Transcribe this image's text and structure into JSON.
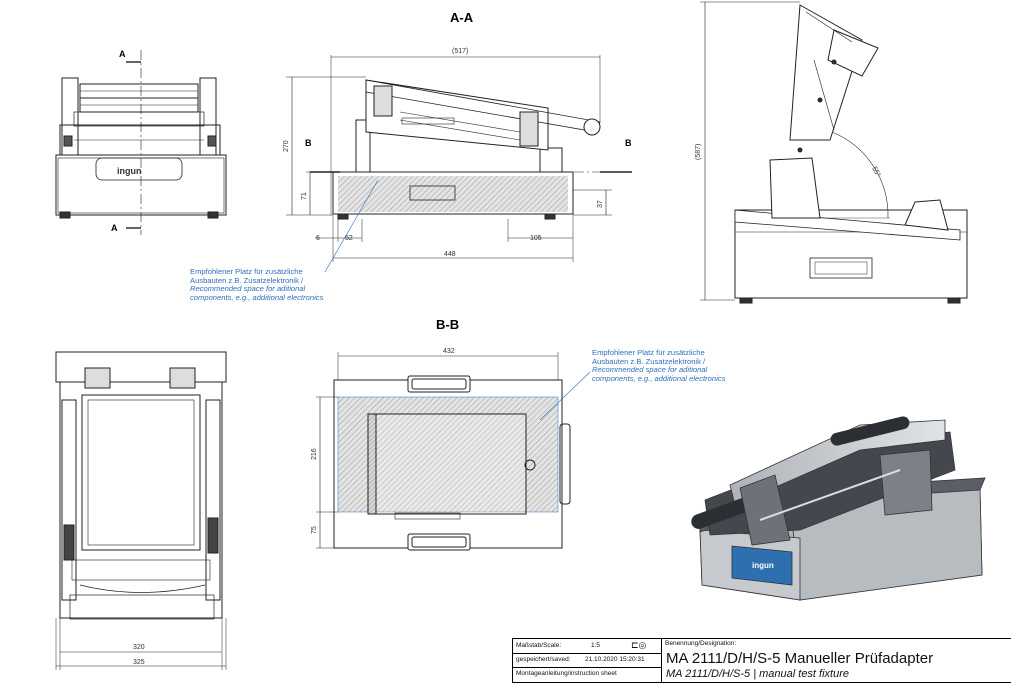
{
  "sections": {
    "aa": "A-A",
    "bb": "B-B"
  },
  "cut_marks": {
    "a": "A",
    "b": "B"
  },
  "dimensions": {
    "top_width": "(517)",
    "height_270": "270",
    "height_71": "71",
    "height_37": "37",
    "dim_6": "6",
    "dim_52": "52",
    "dim_105": "105",
    "dim_448": "448",
    "height_587": "(587)",
    "angle_55": "55°",
    "width_432": "432",
    "height_216": "216",
    "height_75": "75",
    "width_320": "320",
    "width_325": "325"
  },
  "notes": {
    "de": "Empfohlener Platz für zusätzliche",
    "de2": "Ausbauten z.B. Zusatzelektronik /",
    "en": "Recommended space for aditional",
    "en2": "components, e.g., additional electronics"
  },
  "logo_text": "ingun",
  "title_block": {
    "scale_label": "Maßstab/Scale:",
    "scale_value": "1:5",
    "saved_label": "gespeichert/saved:",
    "saved_value": "21.10.2020 15:20:31",
    "sheet_label": "Montageanleitung/instruction sheet",
    "designation_label": "Benennung/Designation:",
    "title_de": "MA 2111/D/H/S-5 Manueller Prüfadapter",
    "title_en": "MA 2111/D/H/S-5 | manual test fixture"
  },
  "colors": {
    "line": "#222222",
    "dim": "#333333",
    "note": "#2f6fc0",
    "hatch": "#8a8a8a",
    "logo_blue": "#2e6fb0"
  }
}
